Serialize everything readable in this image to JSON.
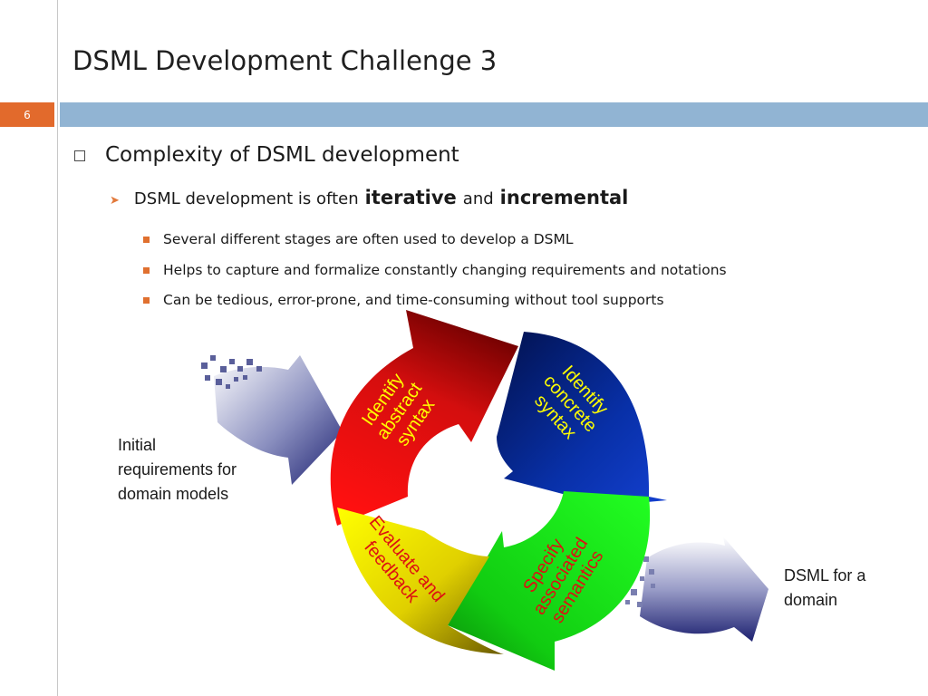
{
  "slide": {
    "title": "DSML Development Challenge 3",
    "page_number": "6",
    "accent_color": "#e26a2c",
    "band_color": "#91b4d3"
  },
  "bullets": {
    "level1": "Complexity of DSML development",
    "level2": {
      "prefix": "DSML development is often",
      "emphasis1": "iterative",
      "connector": "and",
      "emphasis2": "incremental"
    },
    "level3": [
      "Several different stages are often used to develop a DSML",
      "Helps to capture and formalize constantly changing requirements and notations",
      "Can be tedious, error-prone, and time-consuming without tool supports"
    ]
  },
  "diagram": {
    "input_label": [
      "Initial",
      "requirements for",
      "domain models"
    ],
    "output_label": [
      "DSML for a",
      "domain"
    ],
    "stages": [
      {
        "lines": [
          "Identify",
          "abstract",
          "syntax"
        ],
        "color": "#cc1111",
        "text_color": "#ffff00"
      },
      {
        "lines": [
          "Identify",
          "concrete",
          "syntax"
        ],
        "color": "#0a2a9a",
        "text_color": "#ffff00"
      },
      {
        "lines": [
          "Specify",
          "associated",
          "semantics"
        ],
        "color": "#11cc11",
        "text_color": "#dd1111"
      },
      {
        "lines": [
          "Evaluate and",
          "feedback"
        ],
        "color": "#e8e800",
        "text_color": "#dd1111"
      }
    ]
  }
}
